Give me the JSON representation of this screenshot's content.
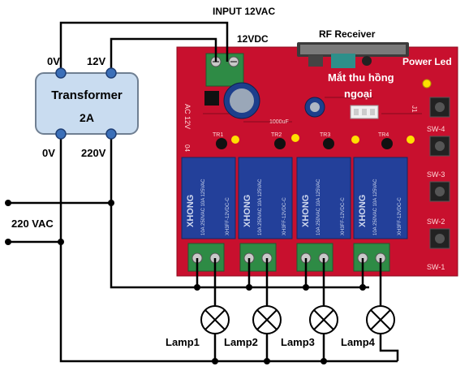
{
  "labels": {
    "input": "INPUT 12VAC",
    "vdc": "12VDC",
    "rf": "RF  Receiver",
    "power_led": "Power Led",
    "ir_line1": "Mắt thu hồng",
    "ir_line2": "ngoại",
    "transformer": "Transformer",
    "current": "2A",
    "v0_top": "0V",
    "v12": "12V",
    "v0_bottom": "0V",
    "v220": "220V",
    "mains": "220 VAC"
  },
  "lamps": [
    "Lamp1",
    "Lamp2",
    "Lamp3",
    "Lamp4"
  ],
  "relays": [
    {
      "brand": "XHONG",
      "model": "XH3FF-12VDC-C",
      "rating": "10A 250VAC 10A 125VAC"
    },
    {
      "brand": "XHONG",
      "model": "XH3FF-12VDC-C",
      "rating": "10A 250VAC 10A 125VAC"
    },
    {
      "brand": "XHONG",
      "model": "XH3FF-12VDC-C",
      "rating": "10A 250VAC 10A 125VAC"
    },
    {
      "brand": "XHONG",
      "model": "XH3FF-12VDC-C",
      "rating": "10A 250VAC 10A 125VAC"
    }
  ],
  "switches": [
    "SW-4",
    "SW-3",
    "SW-2",
    "SW-1"
  ],
  "transistors": [
    "TR1",
    "TR2",
    "TR3",
    "TR4"
  ],
  "pcb": {
    "side_text": "AC 12V",
    "cap_text": "1000uF",
    "header_text": "J1",
    "count_text": "04"
  },
  "colors": {
    "board": "#c8102e",
    "relay": "#23409a",
    "terminal": "#2e8b45",
    "transformer": "#c9dcf0",
    "node": "#3b6fb8",
    "indicator": "#ffe000"
  }
}
